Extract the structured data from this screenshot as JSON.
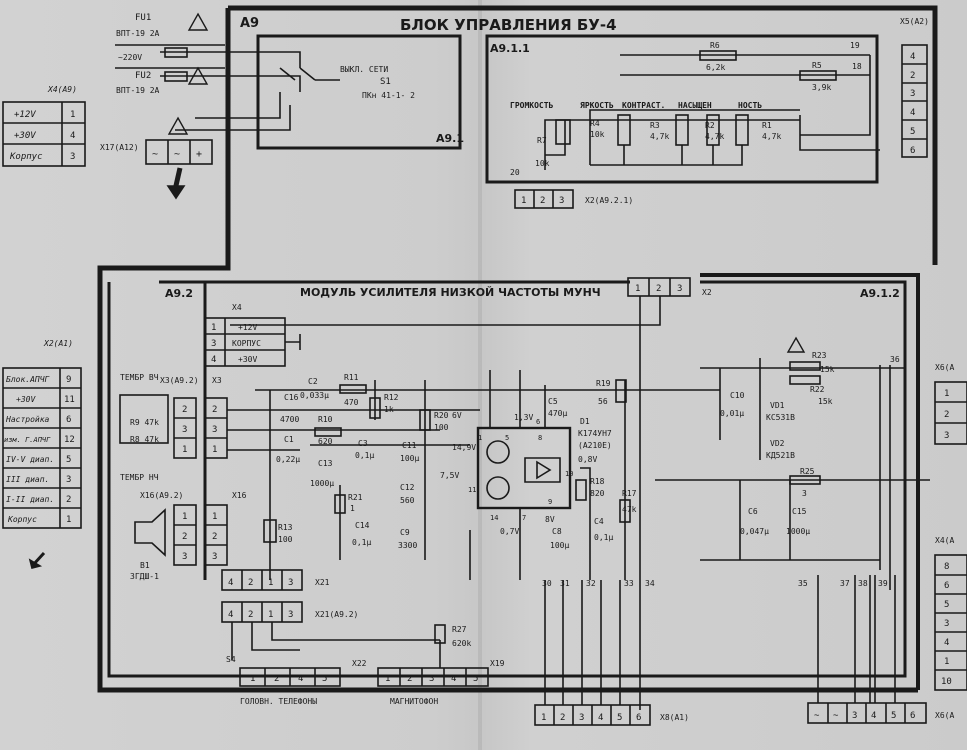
{
  "title": "БЛОК УПРАВЛЕНИЯ БУ-4",
  "blocks": {
    "a9": "A9",
    "a91": "A9.1",
    "a911": "A9.1.1",
    "a92": "A9.2",
    "a912": "A9.1.2"
  },
  "module_title": "МОДУЛЬ УСИЛИТЕЛЯ   НИЗКОЙ ЧАСТОТЫ  МУНЧ",
  "fuses": {
    "fu1": "FU1",
    "fu1_type": "ВПТ-19 2А",
    "fu2": "FU2",
    "fu2_type": "ВПТ-19 2А",
    "mains": "~220V"
  },
  "switch": {
    "label": "ВЫКЛ. СЕТИ",
    "ref": "S1",
    "type": "ПКн 41-1- 2"
  },
  "x4a9": {
    "label": "X4(A9)",
    "rows": [
      {
        "name": "+12V",
        "pin": "1"
      },
      {
        "name": "+30V",
        "pin": "4"
      },
      {
        "name": "Корпус",
        "pin": "3"
      }
    ]
  },
  "x17": {
    "label": "X17(A12)",
    "pins": [
      "~",
      "~",
      "+"
    ]
  },
  "controls": {
    "labels": [
      "ГРОМКОСТЬ",
      "ЯРКОСТЬ",
      "КОНТРАСТ.",
      "НАСЫЩЕН",
      "НОСТЬ"
    ],
    "resistors": [
      {
        "ref": "R7",
        "val": "10k"
      },
      {
        "ref": "R4",
        "val": "10k"
      },
      {
        "ref": "R3",
        "val": "4,7k"
      },
      {
        "ref": "R2",
        "val": "4,7k"
      },
      {
        "ref": "R1",
        "val": "4,7k"
      },
      {
        "ref": "R6",
        "val": "6,2k"
      },
      {
        "ref": "R5",
        "val": "3,9k"
      }
    ],
    "nodes": [
      "19",
      "18",
      "20"
    ]
  },
  "x5a2": {
    "label": "X5(A2)",
    "pins": [
      "4",
      "2",
      "3",
      "4",
      "5",
      "6"
    ]
  },
  "x2a921": {
    "label": "X2(A9.2.1)",
    "pins": [
      "1",
      "2",
      "3"
    ]
  },
  "x2top": {
    "label": "X2",
    "pins": [
      "1",
      "2",
      "3"
    ]
  },
  "x2a1": {
    "label": "X2(A1)",
    "rows": [
      {
        "name": "Блок.АПЧГ",
        "pin": "9"
      },
      {
        "name": "+30V",
        "pin": "11"
      },
      {
        "name": "Настройка",
        "pin": "6"
      },
      {
        "name": "изм. Г.АПЧГ",
        "pin": "12"
      },
      {
        "name": "IV-V диап.",
        "pin": "5"
      },
      {
        "name": "III диап.",
        "pin": "3"
      },
      {
        "name": "I-II диап.",
        "pin": "2"
      },
      {
        "name": "Корпус",
        "pin": "1"
      }
    ]
  },
  "x4inner": {
    "label": "X4",
    "rows": [
      {
        "pin": "1",
        "name": "+12V"
      },
      {
        "pin": "3",
        "name": "КОРПУС"
      },
      {
        "pin": "4",
        "name": "+30V"
      }
    ]
  },
  "tone": {
    "hf": "ТЕМБР ВЧ",
    "lf": "ТЕМБР НЧ",
    "r9": "R9 47k",
    "r8": "R8 47k",
    "x3a92": "X3(A9.2)",
    "x3": "X3",
    "x3pins": [
      "2",
      "3",
      "1"
    ]
  },
  "speaker": {
    "x16a92": "X16(A9.2)",
    "x16": "X16",
    "pins": [
      "1",
      "2",
      "3"
    ],
    "ref": "B1",
    "type": "3ГДШ-1"
  },
  "components": {
    "c16": "C16",
    "c16v": "4700",
    "c2": "C2",
    "c2v": "0,033µ",
    "r11": "R11",
    "r11v": "470",
    "r12": "R12",
    "r12v": "1k",
    "r10": "R10",
    "r10v": "620",
    "c1": "C1",
    "c1v": "0,22µ",
    "c3": "C3",
    "c3v": "0,1µ",
    "c13": "C13",
    "c13v": "1000µ",
    "r20": "R20",
    "r20v": "100",
    "c11": "C11",
    "c11v": "100µ",
    "c12": "C12",
    "c12v": "560",
    "c9": "C9",
    "c9v": "3300",
    "r21": "R21",
    "r21v": "1",
    "c14": "C14",
    "c14v": "0,1µ",
    "r13": "R13",
    "r13v": "100",
    "c5": "C5",
    "c5v": "470µ",
    "r19": "R19",
    "r19v": "56",
    "d1": "D1",
    "d1v": "К174УН7",
    "d1alt": "(A210E)",
    "r18": "R18",
    "r18v": "820",
    "r17": "R17",
    "r17v": "47k",
    "c8": "C8",
    "c8v": "100µ",
    "c4": "C4",
    "c4v": "0,1µ",
    "c10": "C10",
    "c10v": "0,01µ",
    "r23": "R23",
    "r23v": "15k",
    "r22": "R22",
    "r22v": "15k",
    "vd1": "VD1",
    "vd1v": "КС531В",
    "vd2": "VD2",
    "vd2v": "КД521В",
    "r25": "R25",
    "r25v": "3",
    "c6": "C6",
    "c6v": "0,047µ",
    "c15": "C15",
    "c15v": "1000µ",
    "r27": "R27",
    "r27v": "620k"
  },
  "voltages": [
    "6V",
    "14,9V",
    "7,5V",
    "1,3V",
    "0,8V",
    "0,7V",
    "8V"
  ],
  "ic_pins": [
    "1",
    "5",
    "6",
    "8",
    "10",
    "11",
    "14",
    "7",
    "9"
  ],
  "nodes": [
    "30",
    "31",
    "32",
    "33",
    "34",
    "35",
    "37",
    "38",
    "39",
    "36"
  ],
  "x21": {
    "label": "X21",
    "pins": [
      "4",
      "2",
      "1",
      "3"
    ]
  },
  "x21b": {
    "label": "X21(A9.2)",
    "pins": [
      "4",
      "2",
      "1",
      "3"
    ]
  },
  "x22": {
    "label": "X22",
    "pins": [
      "1",
      "2",
      "4",
      "5"
    ]
  },
  "x19": {
    "label": "X19",
    "pins": [
      "1",
      "2",
      "3",
      "4",
      "5"
    ]
  },
  "s4": "S4",
  "headphones": "ГОЛОВН. ТЕЛЕФОНЫ",
  "recorder": "МАГНИТОФОН",
  "x8a1": {
    "label": "X8(A1)",
    "pins": [
      "1",
      "2",
      "3",
      "4",
      "5",
      "6"
    ]
  },
  "x6": {
    "label": "X6(A",
    "pins": [
      "~",
      "~",
      "3",
      "4",
      "5",
      "6"
    ]
  },
  "x6right": {
    "label": "X6(A",
    "pins": [
      "1",
      "2",
      "3"
    ]
  },
  "x4right": {
    "label": "X4(A",
    "pins": [
      "8",
      "6",
      "5",
      "3",
      "4",
      "1",
      "10"
    ]
  }
}
